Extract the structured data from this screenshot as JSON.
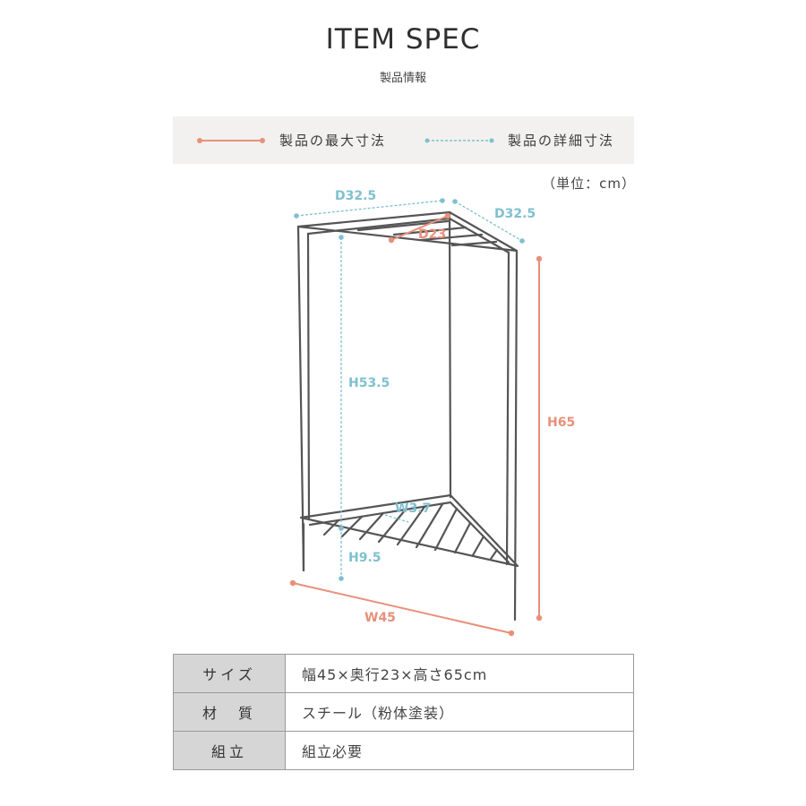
{
  "header": {
    "title": "ITEM SPEC",
    "subtitle": "製品情報"
  },
  "legend": {
    "max_label": "製品の最大寸法",
    "detail_label": "製品の詳細寸法",
    "max_color": "#e8907a",
    "detail_color": "#7fc0cf"
  },
  "unit_note": "（単位：cm）",
  "dimensions": {
    "top_left_depth": "D32.5",
    "top_right_depth": "D32.5",
    "inner_depth": "D23",
    "shelf_gap_height": "H53.5",
    "total_height": "H65",
    "slat_gap_width": "W3.7",
    "bottom_height": "H9.5",
    "total_width": "W45"
  },
  "spec_table": {
    "rows": [
      {
        "label": "サイズ",
        "value": "幅45×奥行23×高さ65cm"
      },
      {
        "label": "材　質",
        "value": "スチール（粉体塗装）"
      },
      {
        "label": "組立",
        "value": "組立必要"
      }
    ]
  }
}
